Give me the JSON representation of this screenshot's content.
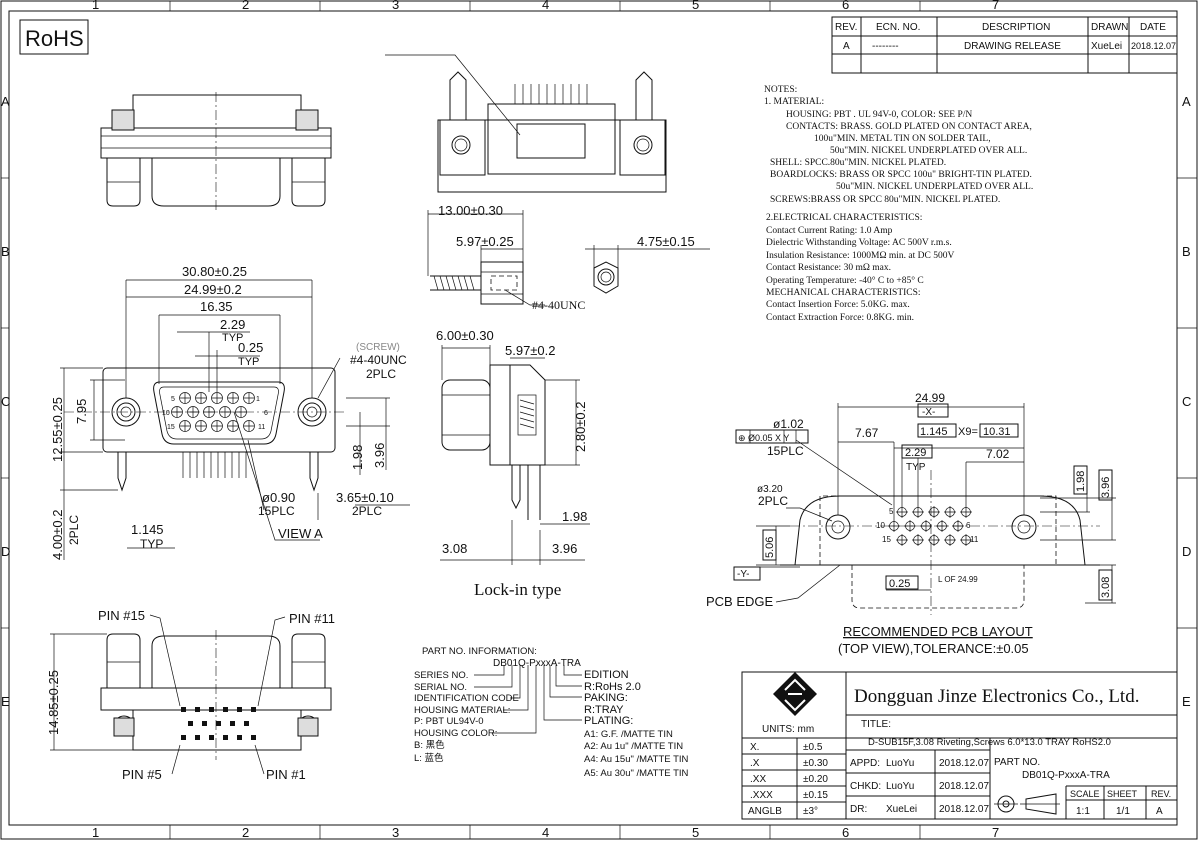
{
  "zones": {
    "cols": [
      "1",
      "2",
      "3",
      "4",
      "5",
      "6",
      "7"
    ],
    "rows": [
      "A",
      "B",
      "C",
      "D",
      "E"
    ]
  },
  "rohs": "RoHS",
  "revision_table": {
    "headers": [
      "REV.",
      "ECN. NO.",
      "DESCRIPTION",
      "DRAWN",
      "DATE"
    ],
    "rows": [
      [
        "A",
        "--------",
        "DRAWING RELEASE",
        "XueLei",
        "2018.12.07"
      ]
    ]
  },
  "notes": [
    "NOTES:",
    "1. MATERIAL:",
    "HOUSING: PBT . UL 94V-0, COLOR: SEE P/N",
    "CONTACTS: BRASS. GOLD PLATED ON CONTACT AREA,",
    "100u\"MIN. METAL TIN ON SOLDER TAIL,",
    "50u\"MIN. NICKEL UNDERPLATED OVER ALL.",
    "SHELL: SPCC.80u\"MIN. NICKEL PLATED.",
    "BOARDLOCKS: BRASS OR SPCC 100u\" BRIGHT-TIN PLATED.",
    "50u\"MIN. NICKEL UNDERPLATED OVER ALL.",
    "SCREWS:BRASS OR SPCC 80u\"MIN. NICKEL PLATED.",
    "2.ELECTRICAL CHARACTERISTICS:",
    "Contact Current Rating: 1.0 Amp",
    "Dielectric Withstanding Voltage: AC 500V r.m.s.",
    "Insulation Resistance: 1000MΩ min. at DC 500V",
    "Contact Resistance: 30 mΩ max.",
    "Operating Temperature: -40° C to +85° C",
    "MECHANICAL CHARACTERISTICS:",
    "Contact Insertion Force: 5.0KG. max.",
    "Contact Extraction Force: 0.8KG. min."
  ],
  "dims": {
    "d_30_80": "30.80±0.25",
    "d_24_99_02": "24.99±0.2",
    "d_16_35": "16.35",
    "d_2_29": "2.29",
    "typ": "TYP",
    "d_0_25": "0.25",
    "screw": "(SCREW)",
    "thread": "#4-40UNC",
    "plc2": "2PLC",
    "d_12_55": "12.55±0.25",
    "d_7_95": "7.95",
    "d_1_98": "1.98",
    "d_3_96": "3.96",
    "d_0_90": "ø0.90",
    "plc15": "15PLC",
    "d_3_65": "3.65±0.10",
    "d_4_00": "4.00±0.2",
    "d_1_145": "1.145",
    "view_a": "VIEW A",
    "d_13_00": "13.00±0.30",
    "d_5_97_025": "5.97±0.25",
    "d_4_75": "4.75±0.15",
    "thread2": "#4-40UNC",
    "d_6_00": "6.00±0.30",
    "d_5_97_02": "5.97±0.2",
    "d_2_80": "2.80±0.2",
    "d_1_98b": "1.98",
    "d_3_08": "3.08",
    "d_3_96b": "3.96",
    "lock_in": "Lock-in type",
    "pin15": "PIN #15",
    "pin11": "PIN #11",
    "pin5": "PIN #5",
    "pin1": "PIN #1",
    "d_14_85": "14.85±0.25"
  },
  "pin_labels": {
    "p5": "5",
    "p10": "10",
    "p15": "15",
    "p1": "1",
    "p6": "6",
    "p11": "11"
  },
  "pcb": {
    "d_24_99": "24.99",
    "x_datum": "-X-",
    "y_datum": "-Y-",
    "d_1_02": "ø1.02",
    "tol_frame": "⊕ Ø0.05 X Y",
    "plc15": "15PLC",
    "d_7_67": "7.67",
    "d_1_145": "1.145",
    "x9": "X9=",
    "d_10_31": "10.31",
    "d_2_29": "2.29",
    "typ": "TYP",
    "d_7_02": "7.02",
    "d_3_20": "ø3.20",
    "plc2": "2PLC",
    "d_1_98": "1.98",
    "d_3_96": "3.96",
    "d_5_06": "5.06",
    "d_0_25": "0.25",
    "l_of": "L OF 24.99",
    "d_3_08": "3.08",
    "pcb_edge": "PCB EDGE",
    "caption1": "RECOMMENDED PCB LAYOUT",
    "caption2": "(TOP VIEW),TOLERANCE:±0.05"
  },
  "part_info": {
    "title": "PART NO. INFORMATION:",
    "code": "DB01Q-PxxxA-TRA",
    "left": [
      "SERIES NO.",
      "SERIAL NO.",
      "IDENTIFICATION CODE",
      "HOUSING MATERIAL:",
      "P: PBT UL94V-0",
      "HOUSING COLOR:",
      "B: 黑色",
      "L: 蓝色"
    ],
    "right": [
      "EDITION",
      "R:RoHs 2.0",
      "PAKING:",
      "R:TRAY",
      "PLATING:",
      "A1: G.F. /MATTE TIN",
      "A2: Au 1u\" /MATTE TIN",
      "A4: Au 15u\" /MATTE TIN",
      "A5: Au 30u\" /MATTE TIN"
    ]
  },
  "title_block": {
    "company": "Dongguan Jinze Electronics Co., Ltd.",
    "units": "UNITS: mm",
    "title_label": "TITLE:",
    "title_value": "D-SUB15F,3.08 Riveting,Screws 6.0*13.0 TRAY RoHS2.0",
    "tolerances": [
      [
        "X.",
        "±0.5"
      ],
      [
        ".X",
        "±0.30"
      ],
      [
        ".XX",
        "±0.20"
      ],
      [
        ".XXX",
        "±0.15"
      ],
      [
        "ANGLB",
        "±3°"
      ]
    ],
    "appd_label": "APPD:",
    "appd": "LuoYu",
    "appd_date": "2018.12.07",
    "chkd_label": "CHKD:",
    "chkd": "LuoYu",
    "chkd_date": "2018.12.07",
    "dr_label": "DR:",
    "dr": "XueLei",
    "dr_date": "2018.12.07",
    "part_no_label": "PART NO.",
    "part_no": "DB01Q-PxxxA-TRA",
    "scale_label": "SCALE",
    "sheet_label": "SHEET",
    "rev_label": "REV.",
    "scale": "1:1",
    "sheet": "1/1",
    "rev": "A"
  }
}
